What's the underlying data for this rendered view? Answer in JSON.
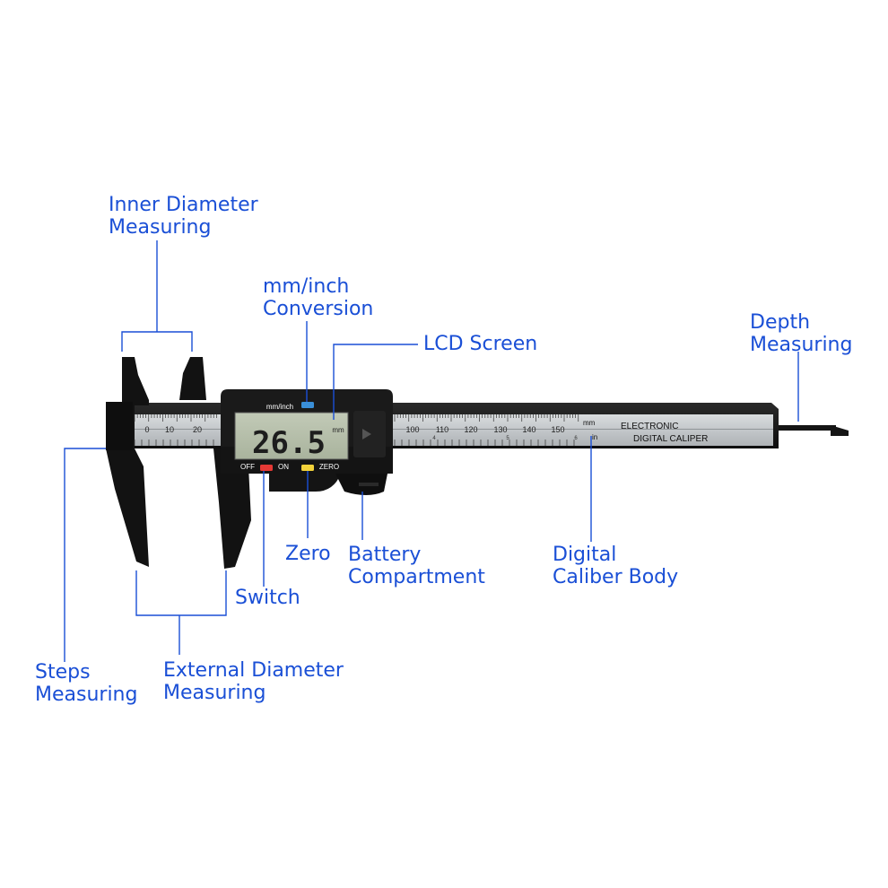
{
  "labels": {
    "inner_diameter": [
      "Inner Diameter",
      "Measuring"
    ],
    "mm_inch": [
      "mm/inch",
      "Conversion"
    ],
    "lcd_screen": "LCD Screen",
    "depth": [
      "Depth",
      "Measuring"
    ],
    "steps": [
      "Steps",
      "Measuring"
    ],
    "zero": "Zero",
    "switch": "Switch",
    "battery": [
      "Battery",
      "Compartment"
    ],
    "digital_body": [
      "Digital",
      "Caliber Body"
    ],
    "external_diameter": [
      "External Diameter",
      "Measuring"
    ]
  },
  "device": {
    "lcd_reading": "26.5",
    "lcd_unit": "mm",
    "mode_button_label": "mm/inch",
    "off_label": "OFF",
    "on_label": "ON",
    "zero_label": "ZERO",
    "brand_line1": "ELECTRONIC",
    "brand_line2": "DIGITAL CALIPER",
    "unit_mm": "mm",
    "unit_in": "in",
    "scale_left_numbers": [
      "0",
      "10",
      "20"
    ],
    "scale_right_numbers": [
      "100",
      "110",
      "120",
      "130",
      "140",
      "150"
    ],
    "inch_markers": [
      "4",
      "5",
      "6"
    ]
  },
  "colors": {
    "label": "#1a4fd6",
    "leader_line": "#1a4fd6",
    "caliper_body": "#141414",
    "scale_bar": "#c9cdd0",
    "lcd": "#b4bea8",
    "off_button": "#e53935",
    "zero_button": "#f2d23a",
    "mode_button": "#3a8fd8"
  }
}
